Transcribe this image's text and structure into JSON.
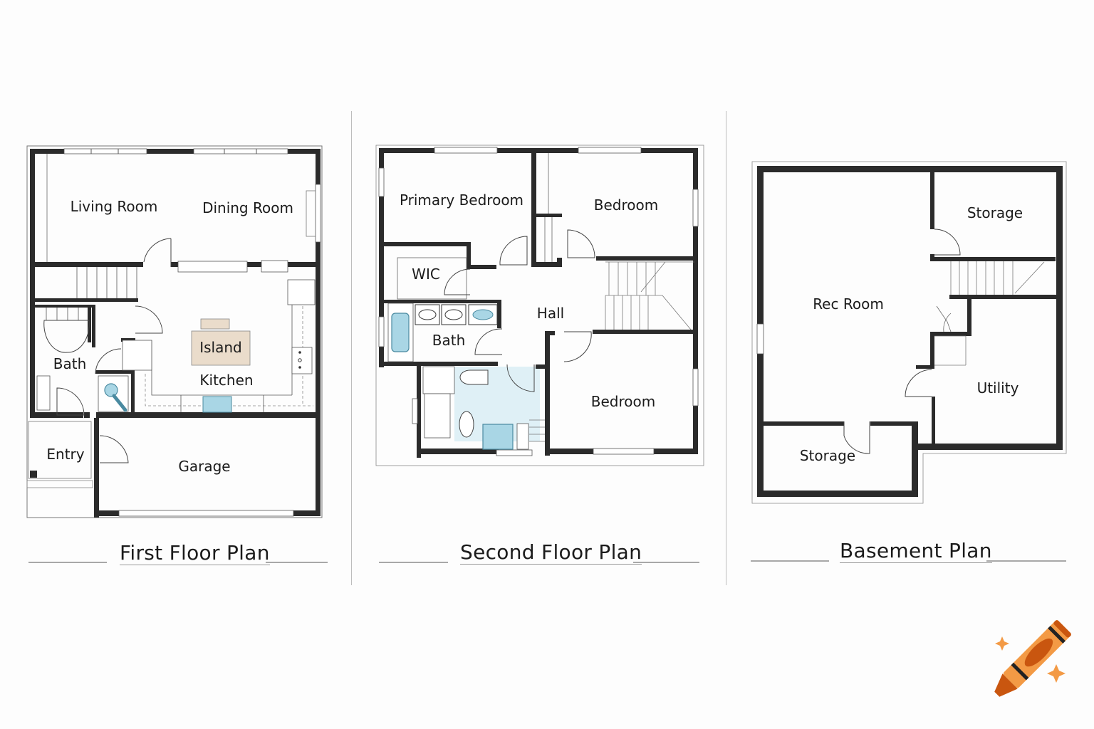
{
  "plans": [
    {
      "title": "First Floor Plan",
      "rooms": [
        {
          "label": "Living Room"
        },
        {
          "label": "Dining Room"
        },
        {
          "label": "Island"
        },
        {
          "label": "Kitchen"
        },
        {
          "label": "Bath"
        },
        {
          "label": "Entry"
        },
        {
          "label": "Garage"
        }
      ]
    },
    {
      "title": "Second Floor Plan",
      "rooms": [
        {
          "label": "Primary Bedroom"
        },
        {
          "label": "Bedroom"
        },
        {
          "label": "WIC"
        },
        {
          "label": "Hall"
        },
        {
          "label": "Bath"
        },
        {
          "label": "Bedroom"
        }
      ]
    },
    {
      "title": "Basement Plan",
      "rooms": [
        {
          "label": "Storage"
        },
        {
          "label": "Rec Room"
        },
        {
          "label": "Utility"
        },
        {
          "label": "Storage"
        }
      ]
    }
  ],
  "colors": {
    "wall": "#2b2b2b",
    "fixture_blue": "#a9d6e5",
    "island_fill": "#eadccb",
    "bath_floor": "#dff0f6",
    "logo_orange": "#f39a45",
    "logo_dark_orange": "#c9560f"
  },
  "logo": {
    "icon": "crayon-sparkle-icon"
  }
}
